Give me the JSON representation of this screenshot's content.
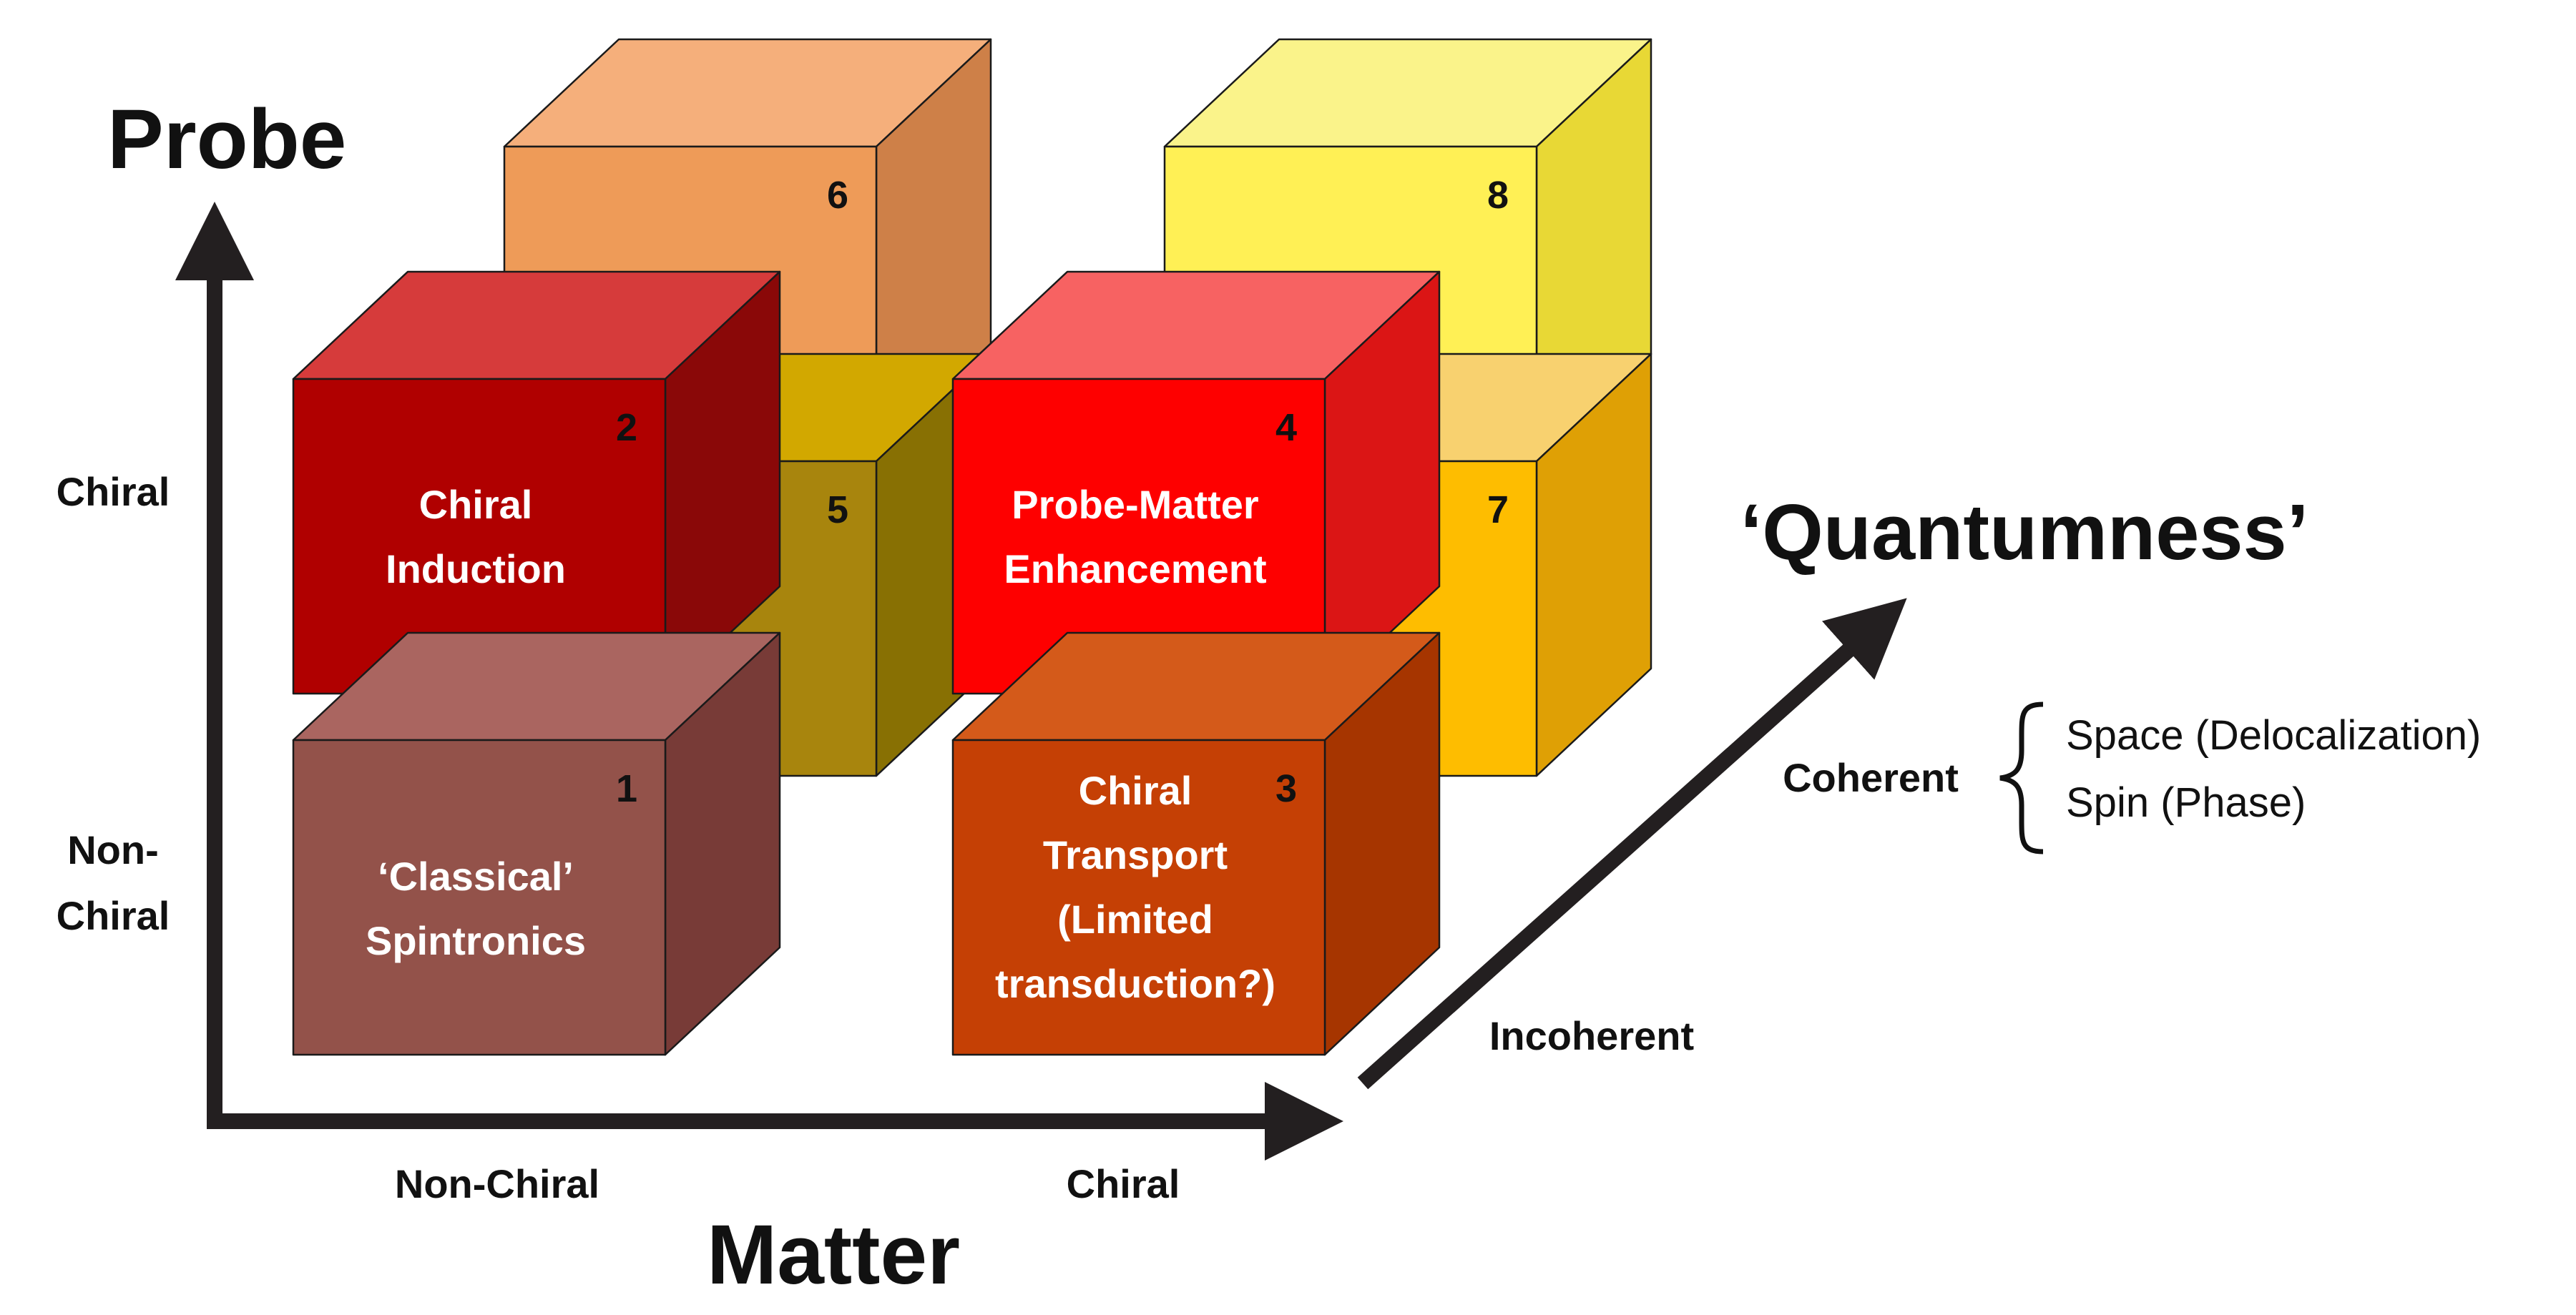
{
  "axes": {
    "probe": {
      "title": "Probe",
      "levels": [
        {
          "label_lines": [
            "Chiral"
          ]
        },
        {
          "label_lines": [
            "Non-",
            "Chiral"
          ]
        }
      ]
    },
    "matter": {
      "title": "Matter",
      "levels": [
        {
          "label": "Non-Chiral"
        },
        {
          "label": "Chiral"
        }
      ]
    },
    "quantumness": {
      "title": "‘Quantumness’",
      "incoherent": "Incoherent",
      "coherent": "Coherent",
      "coherent_items": [
        "Space (Delocalization)",
        "Spin (Phase)"
      ]
    }
  },
  "cubes": [
    {
      "number": "1",
      "label_lines": [
        "‘Classical’",
        "Spintronics"
      ],
      "colors": {
        "front": "#93524A",
        "top": "#AA6560",
        "side": "#783B37"
      }
    },
    {
      "number": "2",
      "label_lines": [
        "Chiral",
        "Induction"
      ],
      "colors": {
        "front": "#B00000",
        "top": "#D63B3B",
        "side": "#8A0808"
      }
    },
    {
      "number": "3",
      "label_lines": [
        "Chiral",
        "Transport",
        "(Limited",
        "transduction?)"
      ],
      "colors": {
        "front": "#C54005",
        "top": "#D45A1A",
        "side": "#A63500"
      }
    },
    {
      "number": "4",
      "label_lines": [
        "Probe-Matter",
        "Enhancement"
      ],
      "colors": {
        "front": "#FE0000",
        "top": "#F76262",
        "side": "#DB1515"
      }
    },
    {
      "number": "5",
      "label_lines": [],
      "colors": {
        "front": "#A8850D",
        "top": "#D2A800",
        "side": "#887003"
      }
    },
    {
      "number": "6",
      "label_lines": [],
      "colors": {
        "front": "#EE9B58",
        "top": "#F5AF7B",
        "side": "#CE8048"
      }
    },
    {
      "number": "7",
      "label_lines": [],
      "colors": {
        "front": "#FEBD00",
        "top": "#F8D16F",
        "side": "#DFA005"
      }
    },
    {
      "number": "8",
      "label_lines": [],
      "colors": {
        "front": "#FFF055",
        "top": "#FAF38A",
        "side": "#E8D835"
      }
    }
  ]
}
